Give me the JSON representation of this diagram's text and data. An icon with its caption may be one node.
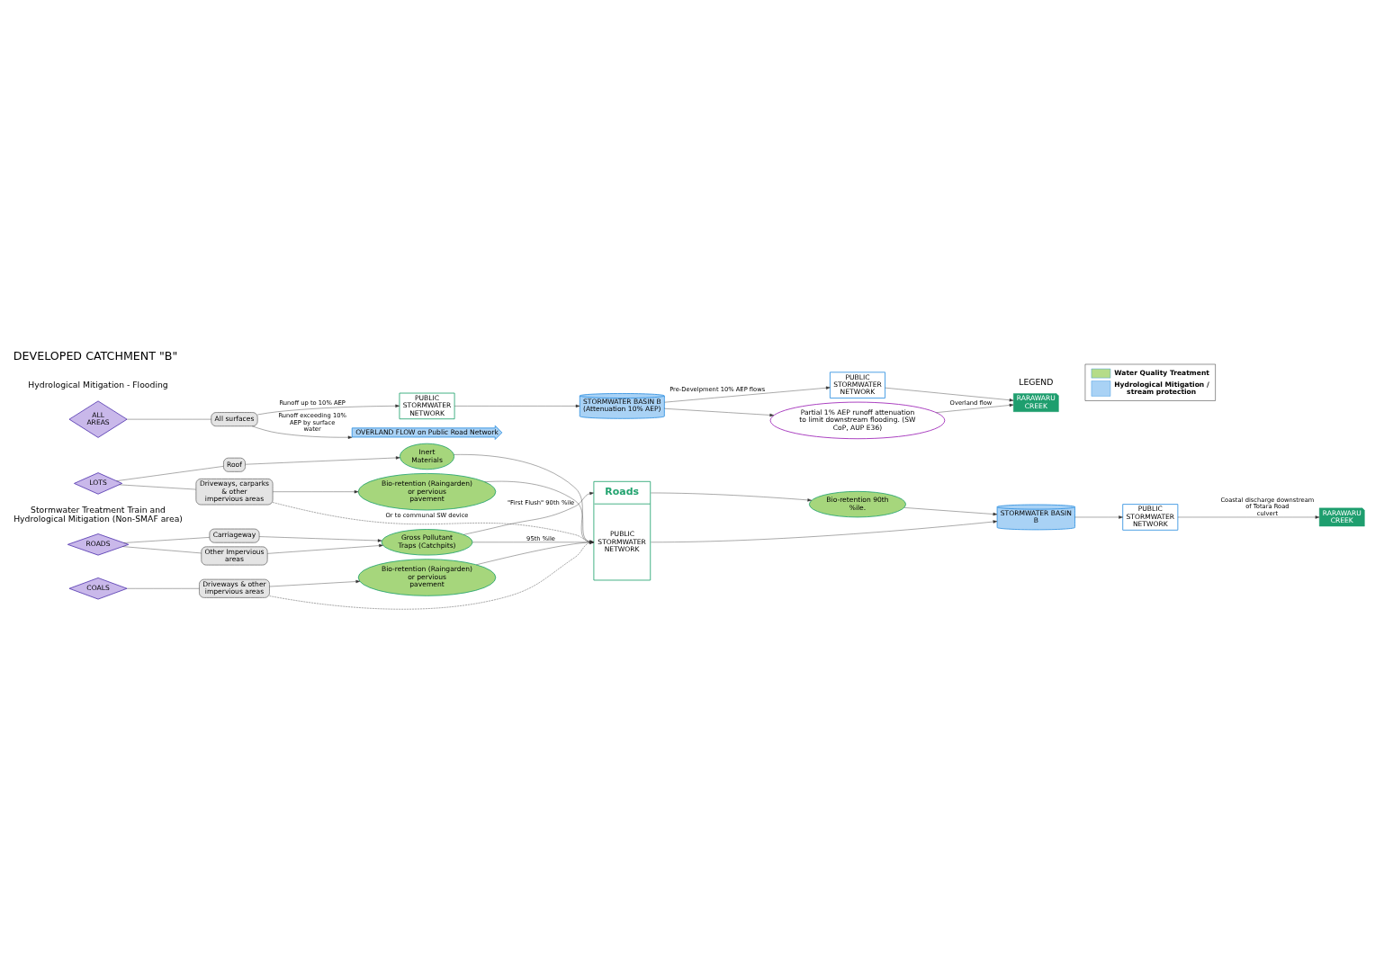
{
  "diagram": {
    "title": "DEVELOPED CATCHMENT \"B\"",
    "nodes": [
      {
        "text": [
          "ROADS"
        ]
      },
      {
        "text": [
          "Other Impervious areas"
        ]
      },
      {
        "text": [
          "Carriageway"
        ]
      },
      {
        "text": [
          "Gross Pollutant Traps (Catchpits)"
        ]
      },
      {
        "text": [
          "LOTS"
        ]
      },
      {
        "text": [
          "Roof"
        ]
      },
      {
        "text": [
          "Driveways, carparks & other impervious areas"
        ]
      },
      {
        "text": [
          "Inert Materials"
        ]
      },
      {
        "text": [
          "Bio-retention (Raingarden) or pervious pavement"
        ]
      },
      {
        "text": [
          "COALS"
        ]
      },
      {
        "text": [
          "Driveways & other impervious areas"
        ]
      },
      {
        "text": [
          "Bio-retention (Raingarden) or pervious pavement"
        ]
      },
      {
        "text": [
          "Roads",
          "PUBLIC STORMWATER NETWORK"
        ]
      },
      {
        "text": [
          "Bio-retention 90th %ile."
        ]
      },
      {
        "text": [
          "STORMWATER BASIN B"
        ]
      },
      {
        "text": [
          "PUBLIC STORMWATER NETWORK"
        ]
      },
      {
        "text": [
          "RARAWARU CREEK"
        ]
      },
      {
        "text": [
          "ALL AREAS"
        ]
      },
      {
        "text": [
          "All surfaces"
        ]
      },
      {
        "text": [
          "PUBLIC STORMWATER NETWORK"
        ]
      },
      {
        "text": [
          "OVERLAND FLOW on Public Road Network"
        ]
      },
      {
        "text": [
          "STORMWATER BASIN B (Attenuation 10% AEP)"
        ]
      },
      {
        "text": [
          "PUBLIC STORMWATER NETWORK"
        ]
      },
      {
        "text": [
          "RARAWARU CREEK"
        ]
      },
      {
        "text": [
          "Partial 1% AEP runoff attenuation to limit downstream flooding. (SW CoP, AUP E36)"
        ]
      }
    ],
    "edges": [
      {
        "from": 0,
        "to": 1,
        "arrow": "none"
      },
      {
        "from": 0,
        "to": 2,
        "arrow": "none"
      },
      {
        "from": 1,
        "to": 3,
        "arrow": "to"
      },
      {
        "from": 2,
        "to": 3,
        "arrow": "to"
      },
      {
        "from": 3,
        "to": 12,
        "arrow": "to",
        "label": "\"First Flush\" 90th %ile"
      },
      {
        "from": 3,
        "to": 12,
        "arrow": "to",
        "label": "95th %ile"
      },
      {
        "from": 4,
        "to": 5,
        "arrow": "none"
      },
      {
        "from": 4,
        "to": 6,
        "arrow": "none"
      },
      {
        "from": 5,
        "to": 7,
        "arrow": "to"
      },
      {
        "from": 6,
        "to": 8,
        "arrow": "to"
      },
      {
        "from": 9,
        "to": 10,
        "arrow": "none"
      },
      {
        "from": 10,
        "to": 11,
        "arrow": "to"
      },
      {
        "from": 7,
        "to": 12,
        "arrow": "to"
      },
      {
        "from": 8,
        "to": 12,
        "arrow": "to"
      },
      {
        "from": 11,
        "to": 12,
        "arrow": "to"
      },
      {
        "from": 6,
        "to": 12,
        "arrow": "to",
        "style": "dashed",
        "label": "Or to communal SW device"
      },
      {
        "from": 10,
        "to": 12,
        "arrow": "to",
        "style": "dashed"
      },
      {
        "from": 12,
        "to": 13,
        "arrow": "to"
      },
      {
        "from": 13,
        "to": 14,
        "arrow": "to"
      },
      {
        "from": 12,
        "to": 14,
        "arrow": "to"
      },
      {
        "from": 14,
        "to": 15,
        "arrow": "to"
      },
      {
        "from": 15,
        "to": 16,
        "arrow": "to",
        "label": "Coastal discharge downstream of Totara Road culvert"
      },
      {
        "from": 17,
        "to": 18,
        "arrow": "none"
      },
      {
        "from": 18,
        "to": 19,
        "arrow": "to",
        "label": "Runoff up to 10% AEP"
      },
      {
        "from": 18,
        "to": 20,
        "arrow": "to",
        "label": "Runoff exceeding 10% AEP by surface water"
      },
      {
        "from": 19,
        "to": 21,
        "arrow": "to"
      },
      {
        "from": 21,
        "to": 22,
        "arrow": "to",
        "label": "Pre-Develpment 10% AEP flows"
      },
      {
        "from": 22,
        "to": 23,
        "arrow": "to"
      },
      {
        "from": 21,
        "to": 24,
        "arrow": "to"
      },
      {
        "from": 24,
        "to": 23,
        "arrow": "to",
        "label": "Overland flow"
      }
    ],
    "labels": [
      "Stormwater Treatment Train and Hydrological Mitigation (Non-SMAF area)",
      "LEGEND",
      "Hydrological Mitigation - Flooding"
    ],
    "legend": [
      {
        "text": "Water Quality Treatment",
        "color": "#b5dc88"
      },
      {
        "text": "Hydrological Mitigation / stream protection",
        "color": "#a9d2f5"
      }
    ]
  }
}
